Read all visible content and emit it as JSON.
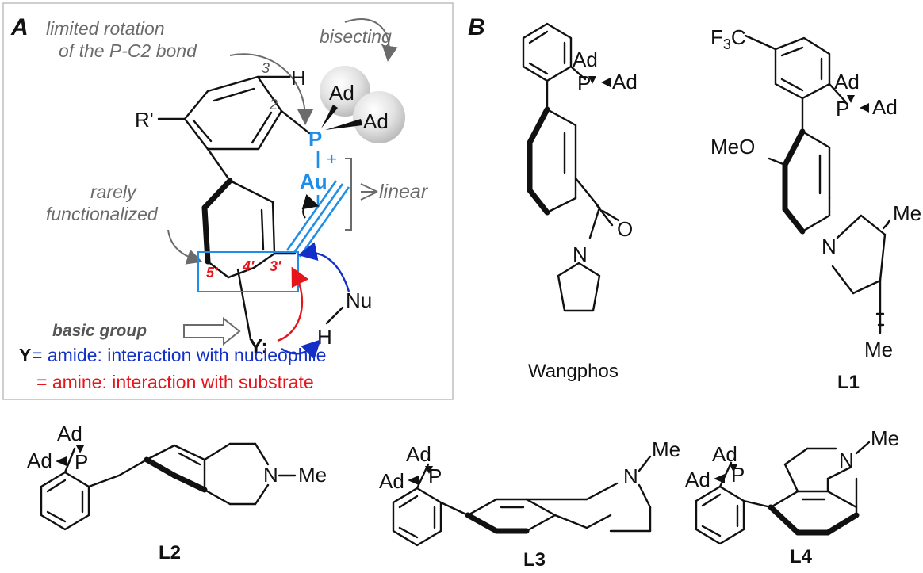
{
  "panel_a": {
    "label": "A",
    "note_rotation_1": "limited rotation",
    "note_rotation_2": "of the P-C2 bond",
    "note_bisecting": "bisecting",
    "note_rarely_1": "rarely",
    "note_rarely_2": "functionalized",
    "note_linear": "linear",
    "basic_group": "basic group",
    "pos_3": "3",
    "pos_2": "2",
    "pos_5p": "5'",
    "pos_4p": "4'",
    "pos_3p": "3'",
    "atom_H": "H",
    "atom_R": "R'",
    "atom_Ad1": "Ad",
    "atom_Ad2": "Ad",
    "atom_P": "P",
    "atom_Au": "Au",
    "atom_Nu": "Nu",
    "atom_H2": "H",
    "atom_Y": "Y:",
    "legend_Y": "Y",
    "legend_line1": " = amide: interaction with nucleophile",
    "legend_line2": "= amine: interaction with substrate"
  },
  "panel_b": {
    "label": "B",
    "wangphos_name": "Wangphos",
    "l1_name": "L1",
    "wang_Ad1": "Ad",
    "wang_Ad2": "Ad",
    "wang_P": "P",
    "wang_O": "O",
    "wang_N": "N",
    "l1_CF3": "F3C",
    "l1_Ad1": "Ad",
    "l1_Ad2": "Ad",
    "l1_P": "P",
    "l1_MeO": "MeO",
    "l1_N": "N",
    "l1_Me1": "Me",
    "l1_Me2": "Me"
  },
  "bottom": {
    "l2_name": "L2",
    "l3_name": "L3",
    "l4_name": "L4",
    "l2_Ad1": "Ad",
    "l2_Ad2": "Ad",
    "l2_P": "P",
    "l2_N": "N",
    "l2_Me": "Me",
    "l3_Ad1": "Ad",
    "l3_Ad2": "Ad",
    "l3_P": "P",
    "l3_N": "N",
    "l3_Me": "Me",
    "l4_Ad1": "Ad",
    "l4_Ad2": "Ad",
    "l4_P": "P",
    "l4_N": "N",
    "l4_Me": "Me"
  },
  "colors": {
    "blue": "#1f8ee8",
    "red": "#e8141b",
    "annotation_gray": "#6b6b6b",
    "dark_blue": "#1230c8"
  }
}
